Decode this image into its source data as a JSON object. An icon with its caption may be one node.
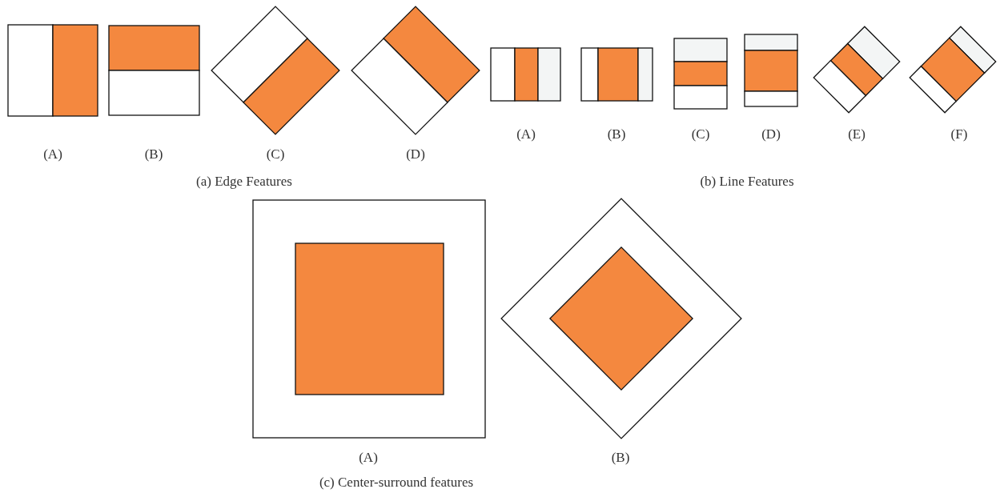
{
  "diagram": {
    "labels": [
      "(A)",
      "(B)",
      "(C)",
      "(D)",
      "(A)",
      "(B)",
      "(C)",
      "(D)",
      "(E)",
      "(F)",
      "(a) Edge Features",
      "(b) Line Features",
      "(A)",
      "(B)",
      "(c) Center-surround features"
    ]
  }
}
